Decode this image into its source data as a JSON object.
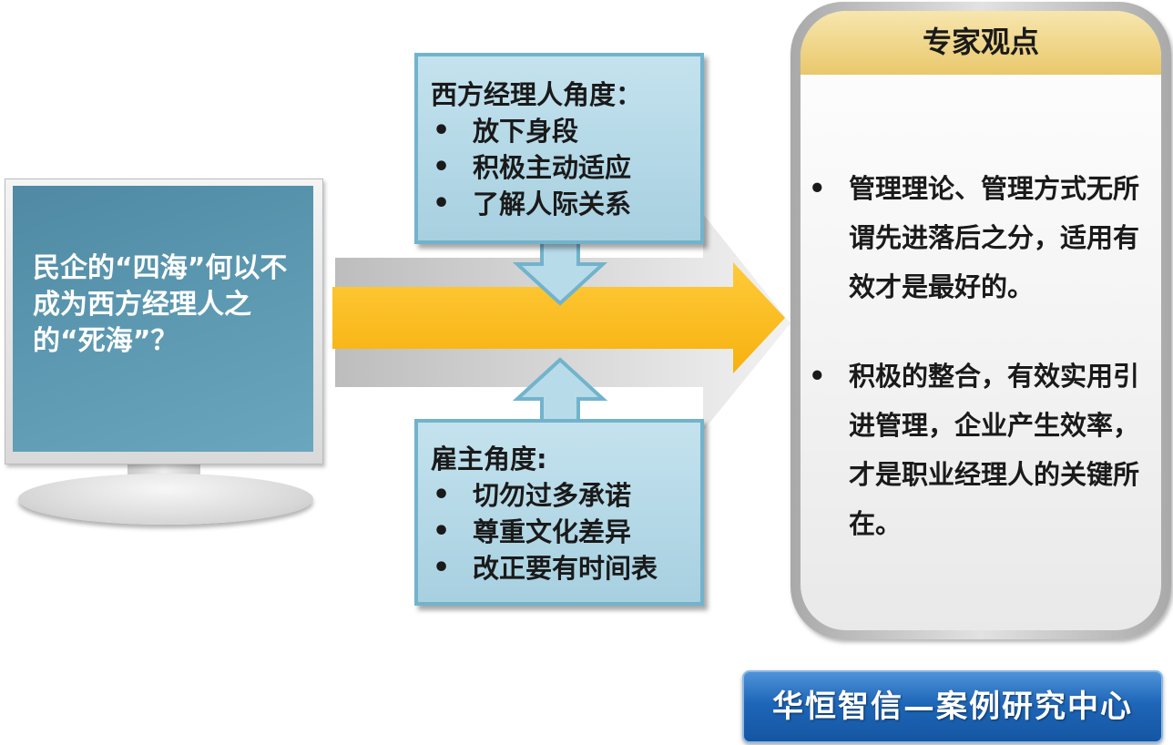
{
  "question": {
    "text": "民企的“四海”何以不成为西方经理人之的“死海”？"
  },
  "manager_box": {
    "title": "西方经理人角度：",
    "items": [
      "放下身段",
      "积极主动适应",
      "了解人际关系"
    ]
  },
  "employer_box": {
    "title": "雇主角度:",
    "items": [
      "切勿过多承诺",
      "尊重文化差异",
      "改正要有时间表"
    ]
  },
  "expert_panel": {
    "title": "专家观点",
    "points": [
      "管理理论、管理方式无所谓先进落后之分，适用有效才是最好的。",
      "积极的整合，有效实用引进管理，企业产生效率，才是职业经理人的关键所在。"
    ]
  },
  "footer": {
    "text": "华恒智信—案例研究中心"
  },
  "colors": {
    "screen_blue": "#5b97b0",
    "box_blue": "#a9d2e2",
    "box_border": "#72b3cc",
    "arrow_yellow": "#fec01f",
    "header_gold": "#ecce76",
    "footer_blue": "#1e66b8"
  }
}
